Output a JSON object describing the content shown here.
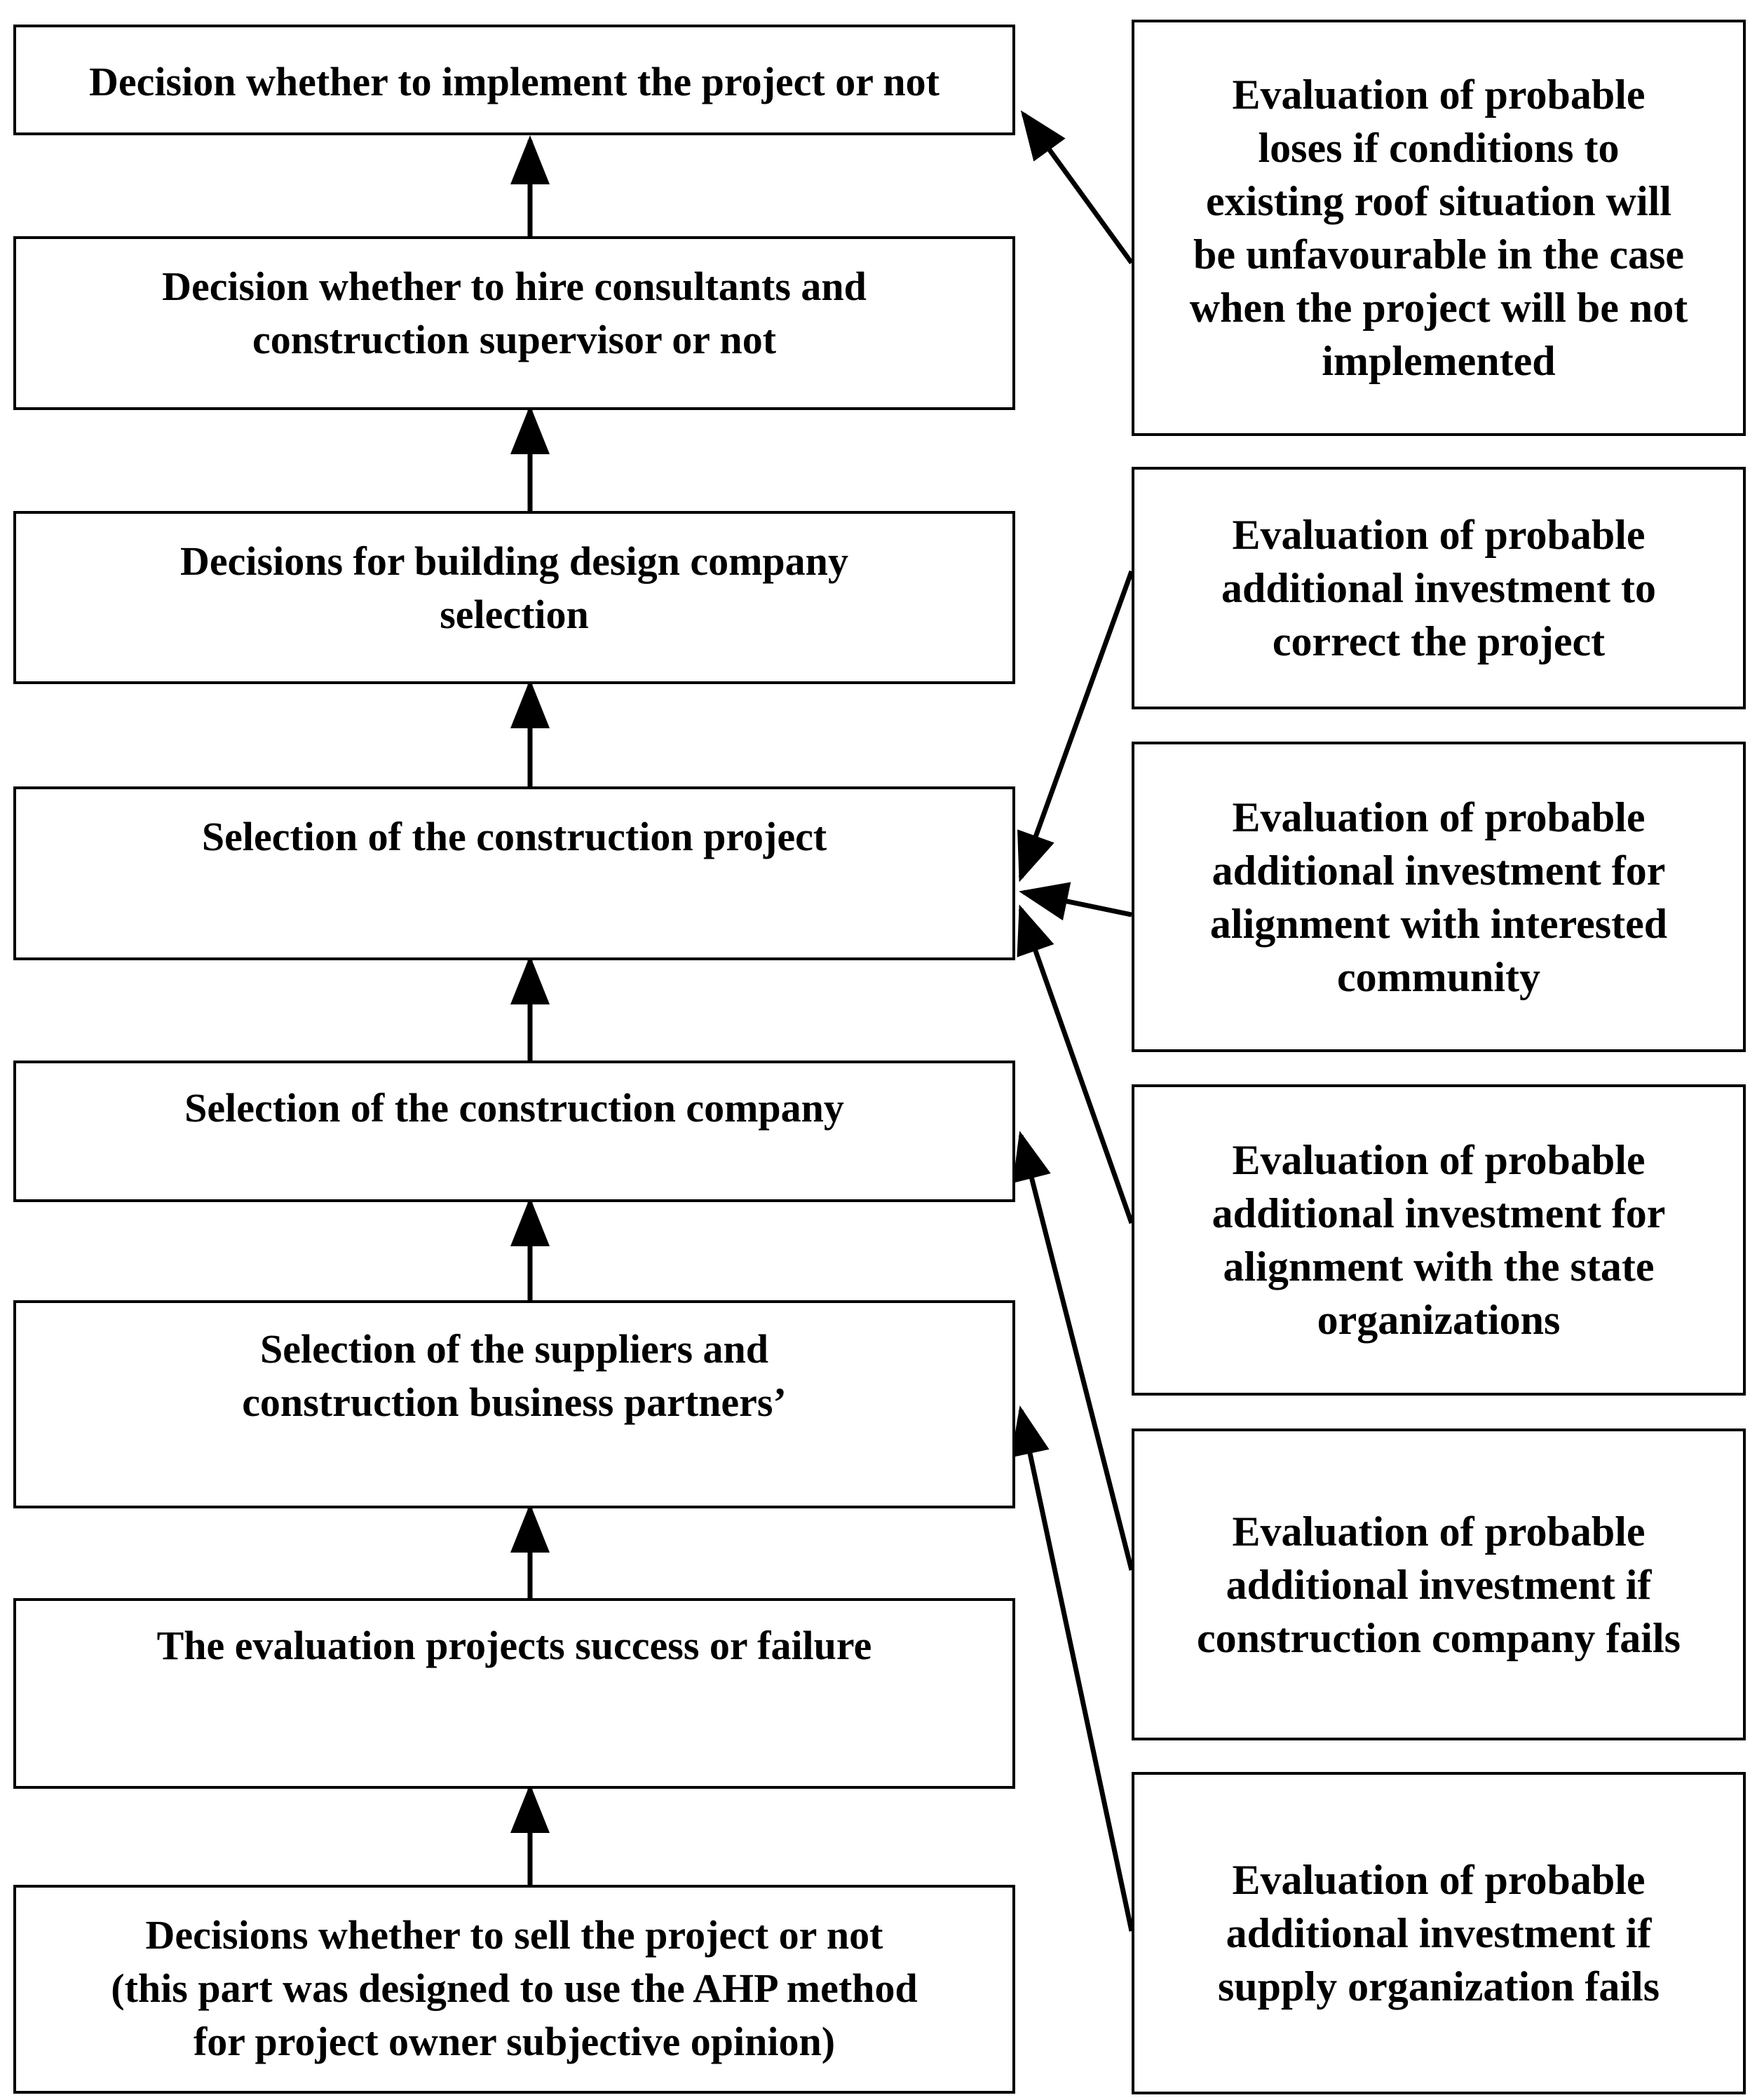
{
  "chain": [
    {
      "id": "implement",
      "text": "Decision whether to implement the project or not"
    },
    {
      "id": "consultants",
      "text": "Decision whether to hire consultants and\nconstruction supervisor or not"
    },
    {
      "id": "design",
      "text": "Decisions for building design company\nselection"
    },
    {
      "id": "project",
      "text": "Selection of the construction project"
    },
    {
      "id": "company",
      "text": "Selection of the construction company"
    },
    {
      "id": "suppliers",
      "text": "Selection of the suppliers and\nconstruction business partners’"
    },
    {
      "id": "success",
      "text": "The evaluation projects success or failure"
    },
    {
      "id": "sell",
      "text": "Decisions whether to sell the project or not\n(this part was designed to use the AHP method\nfor project owner subjective opinion)"
    }
  ],
  "evaluations": [
    {
      "id": "losses",
      "text": "Evaluation of probable\nloses if conditions to\nexisting roof situation will\nbe unfavourable in the case\nwhen the project will be not\nimplemented"
    },
    {
      "id": "correct",
      "text": "Evaluation of probable\nadditional investment to\ncorrect the project"
    },
    {
      "id": "community",
      "text": "Evaluation of probable\nadditional investment for\nalignment with interested\ncommunity"
    },
    {
      "id": "state",
      "text": "Evaluation of probable\nadditional investment for\nalignment with the state\norganizations"
    },
    {
      "id": "company_fails",
      "text": "Evaluation of probable\nadditional investment if\nconstruction company fails"
    },
    {
      "id": "supply_fails",
      "text": "Evaluation of probable\nadditional investment if\nsupply organization fails"
    }
  ],
  "links": [
    {
      "from": "sell",
      "to": "success"
    },
    {
      "from": "success",
      "to": "suppliers"
    },
    {
      "from": "suppliers",
      "to": "company"
    },
    {
      "from": "company",
      "to": "project"
    },
    {
      "from": "project",
      "to": "design"
    },
    {
      "from": "design",
      "to": "consultants"
    },
    {
      "from": "consultants",
      "to": "implement"
    },
    {
      "from": "losses",
      "to": "implement"
    },
    {
      "from": "correct",
      "to": "project"
    },
    {
      "from": "community",
      "to": "project"
    },
    {
      "from": "state",
      "to": "project"
    },
    {
      "from": "company_fails",
      "to": "company"
    },
    {
      "from": "supply_fails",
      "to": "suppliers"
    }
  ]
}
